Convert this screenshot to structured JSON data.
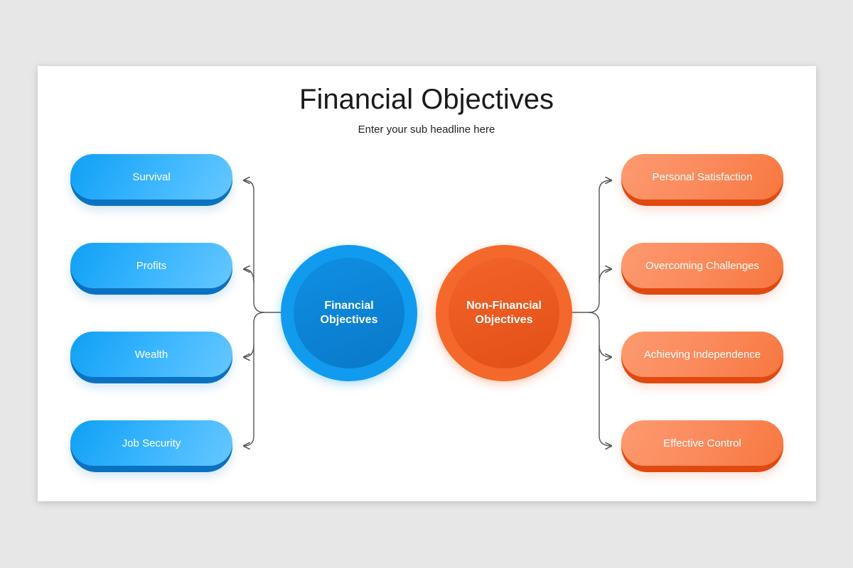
{
  "slide": {
    "title": "Financial Objectives",
    "subtitle": "Enter your sub headline here"
  },
  "left_items": [
    {
      "label": "Survival"
    },
    {
      "label": "Profits"
    },
    {
      "label": "Wealth"
    },
    {
      "label": "Job Security"
    }
  ],
  "right_items": [
    {
      "label": "Personal Satisfaction"
    },
    {
      "label": "Overcoming Challenges"
    },
    {
      "label": "Achieving Independence"
    },
    {
      "label": "Effective Control"
    }
  ],
  "center": {
    "left_circle": "Financial\nObjectives",
    "right_circle": "Non-Financial\nObjectives"
  },
  "colors": {
    "blue": "#0fa0f5",
    "blue_dark": "#0a72c0",
    "orange": "#fb8a5c",
    "orange_dark": "#e0490f",
    "connector": "#555555",
    "background": "#e8e7e8"
  }
}
